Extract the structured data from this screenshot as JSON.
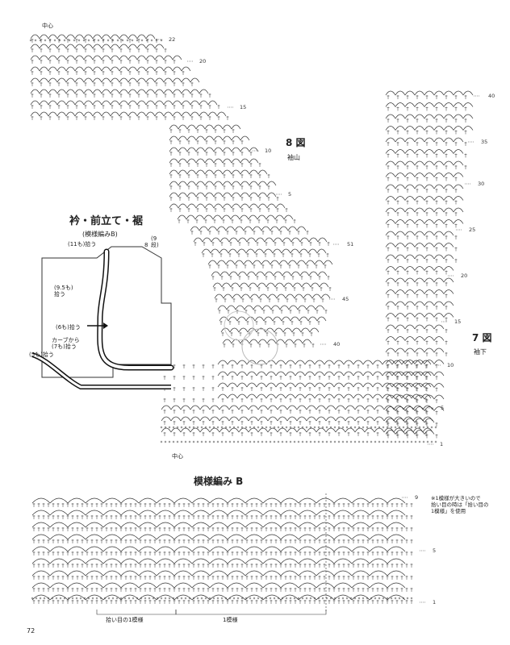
{
  "top_center_label": "中心",
  "bottom_center_label": "中心",
  "fig8": {
    "title": "8 図",
    "subtitle": "袖山"
  },
  "fig7": {
    "title": "7 図",
    "subtitle": "袖下"
  },
  "collar": {
    "title": "衿・前立て・裾",
    "subtitle": "(模様編みB)",
    "labels": [
      "(11も)拾う",
      "8",
      "(9\n段)",
      "(9.5も)\n拾う",
      "(6も)拾う",
      "カーブから\n(7も)拾う",
      "(5も)拾う"
    ]
  },
  "patternB": {
    "title": "模様編み B",
    "note": "※1模様が大きいので\n拾い目の時は「拾い目の\n1模様」を使用",
    "repeat_pick": "拾い目の1模様",
    "repeat": "1模様"
  },
  "page_number": "72",
  "row_numbers": {
    "left_piece": [
      "22",
      "20",
      "15",
      "10",
      "5",
      "1"
    ],
    "left_lower": [
      "51",
      "45",
      "40"
    ],
    "right_piece": [
      "40",
      "35",
      "30",
      "25",
      "20",
      "15",
      "10",
      "5",
      "1"
    ],
    "pattern_b": [
      "9",
      "5",
      "1"
    ]
  }
}
